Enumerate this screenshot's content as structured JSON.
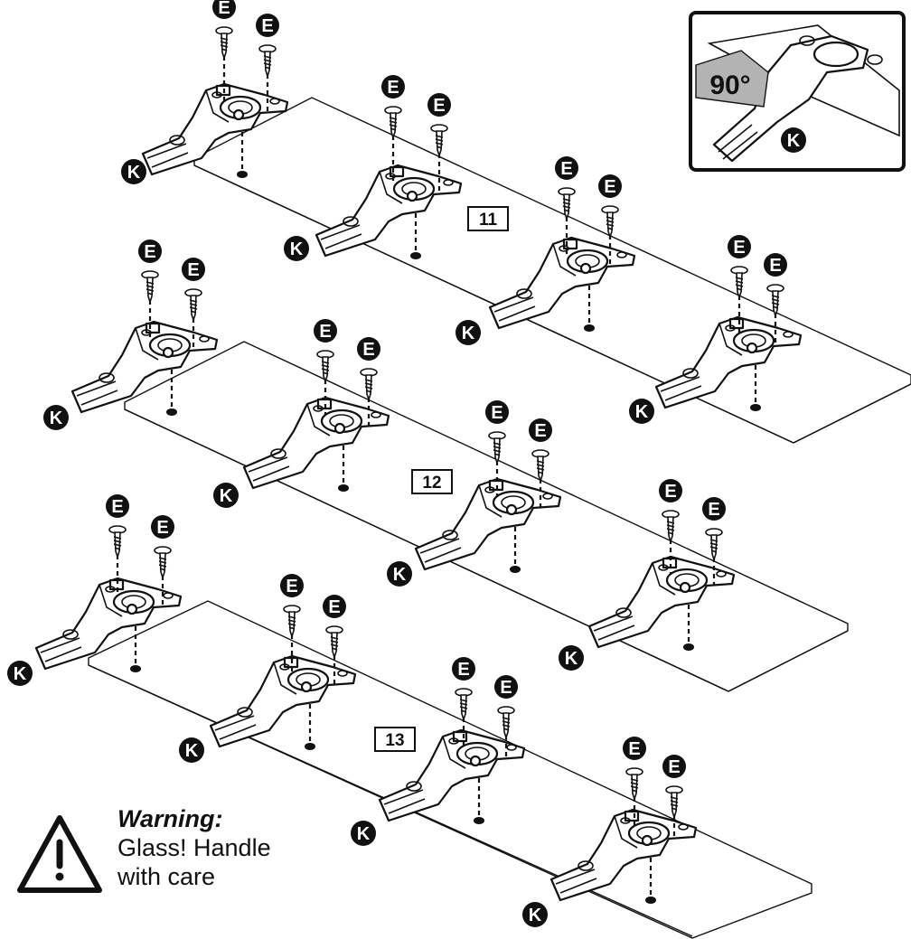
{
  "steps": [
    "11",
    "12",
    "13"
  ],
  "part_labels": {
    "screw": "E",
    "hinge": "K"
  },
  "inset": {
    "angle_label": "90°"
  },
  "warning": {
    "title": "Warning:",
    "line1": "Glass! Handle",
    "line2": "with care",
    "icon": "warning-triangle-icon"
  },
  "colors": {
    "ink": "#111111",
    "angle_badge": "#b3b3b3"
  }
}
